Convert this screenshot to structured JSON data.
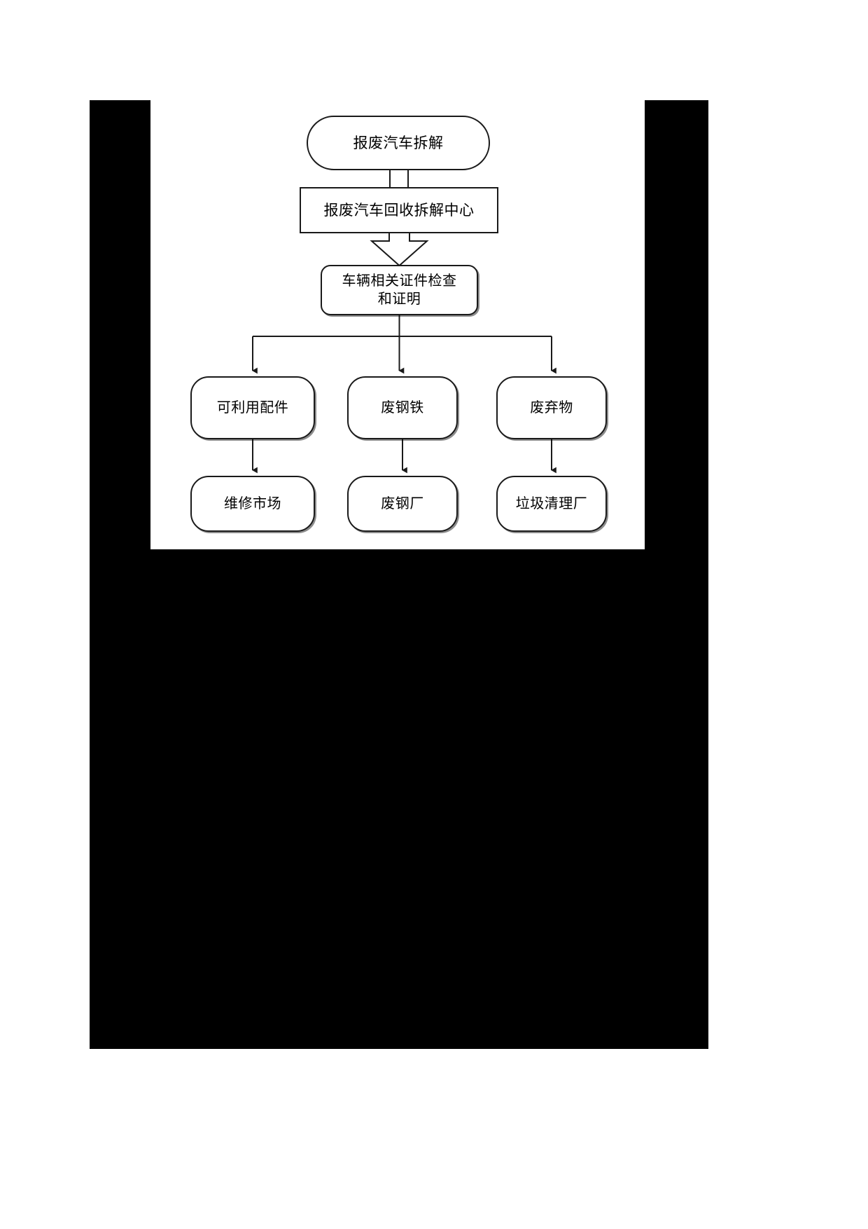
{
  "document": {
    "kind": "flowchart",
    "language": "zh",
    "background_color": "#000000",
    "panel_color": "#ffffff",
    "line_color": "#1a1a1a"
  },
  "diagram": {
    "title_node": "报废汽车拆解",
    "nodes": [
      {
        "id": "start",
        "label": "报废汽车拆解",
        "shape": "stadium",
        "level": 0
      },
      {
        "id": "center",
        "label": "报废汽车回收拆解中心",
        "shape": "rectangle",
        "level": 1
      },
      {
        "id": "check",
        "label": "车辆相关证件检查\n和证明",
        "shape": "rounded",
        "level": 2
      },
      {
        "id": "parts",
        "label": "可利用配件",
        "shape": "rounded-lg",
        "level": 3
      },
      {
        "id": "scrap",
        "label": "废钢铁",
        "shape": "rounded-lg",
        "level": 3
      },
      {
        "id": "waste",
        "label": "废弃物",
        "shape": "rounded-lg",
        "level": 3
      },
      {
        "id": "repair-market",
        "label": "维修市场",
        "shape": "rounded-lg",
        "level": 4
      },
      {
        "id": "steel-plant",
        "label": "废钢厂",
        "shape": "rounded-lg",
        "level": 4
      },
      {
        "id": "garbage-plant",
        "label": "垃圾清理厂",
        "shape": "rounded-lg",
        "level": 4
      }
    ],
    "edges": [
      {
        "from": "start",
        "to": "center",
        "style": "double-line",
        "arrow": "none"
      },
      {
        "from": "center",
        "to": "check",
        "style": "block-arrow",
        "arrow": "hollow"
      },
      {
        "from": "check",
        "to": "parts",
        "style": "elbow",
        "arrow": "solid"
      },
      {
        "from": "check",
        "to": "scrap",
        "style": "straight",
        "arrow": "solid"
      },
      {
        "from": "check",
        "to": "waste",
        "style": "elbow",
        "arrow": "solid"
      },
      {
        "from": "parts",
        "to": "repair-market",
        "style": "straight",
        "arrow": "solid"
      },
      {
        "from": "scrap",
        "to": "steel-plant",
        "style": "straight",
        "arrow": "solid"
      },
      {
        "from": "waste",
        "to": "garbage-plant",
        "style": "straight",
        "arrow": "solid"
      }
    ]
  }
}
